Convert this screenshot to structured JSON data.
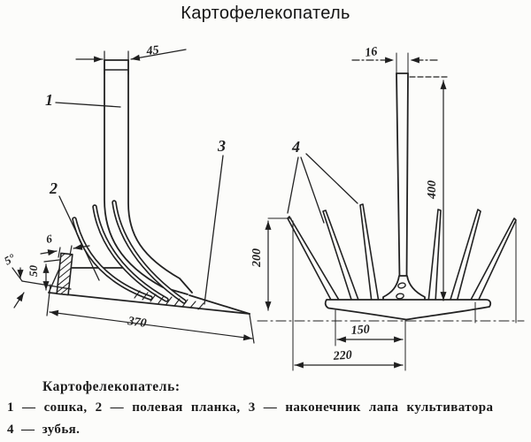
{
  "title": "Картофелекопатель",
  "side_view": {
    "dim_shaft_width": "45",
    "dim_strap_thickness": "6",
    "dim_strap_height": "50",
    "dim_blade_length": "370",
    "dim_angle": "5°",
    "label_soshka": "1",
    "label_planka": "2",
    "label_nakonechnik": "3"
  },
  "front_view": {
    "dim_shaft_width": "16",
    "dim_shaft_height": "400",
    "dim_teeth_height": "200",
    "dim_base_width": "150",
    "dim_overall_width": "220",
    "label_zubya": "4"
  },
  "caption": {
    "heading": "Картофелекопатель:",
    "line_parts": "1 — сошка, 2 — полевая планка, 3 — наконечник лапа культиватора",
    "line_teeth": "4 — зубья."
  },
  "colors": {
    "ink": "#1f1f1f",
    "paper": "#fcfcfa"
  }
}
